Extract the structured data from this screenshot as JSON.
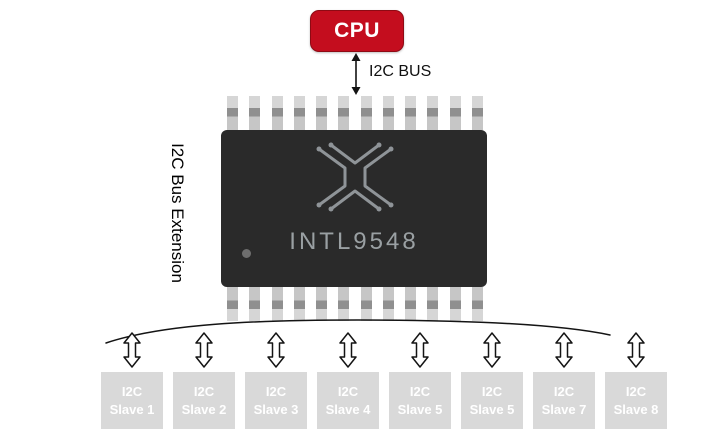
{
  "diagram": {
    "cpu": {
      "label": "CPU"
    },
    "bus_label": "I2C BUS",
    "side_label": "I2C Bus Extension",
    "chip": {
      "part_number": "INTL9548"
    },
    "slaves": [
      {
        "line1": "I2C",
        "line2": "Slave 1"
      },
      {
        "line1": "I2C",
        "line2": "Slave 2"
      },
      {
        "line1": "I2C",
        "line2": "Slave 3"
      },
      {
        "line1": "I2C",
        "line2": "Slave 4"
      },
      {
        "line1": "I2C",
        "line2": "Slave 5"
      },
      {
        "line1": "I2C",
        "line2": "Slave 5"
      },
      {
        "line1": "I2C",
        "line2": "Slave 7"
      },
      {
        "line1": "I2C",
        "line2": "Slave 8"
      }
    ],
    "colors": {
      "cpu_bg": "#c40d1e",
      "chip_body": "#2a2a2a",
      "chip_text": "#9aa0a3",
      "slave_bg": "#d9d9d9",
      "slave_text": "#ffffff",
      "arrow_outline": "#141414"
    }
  }
}
